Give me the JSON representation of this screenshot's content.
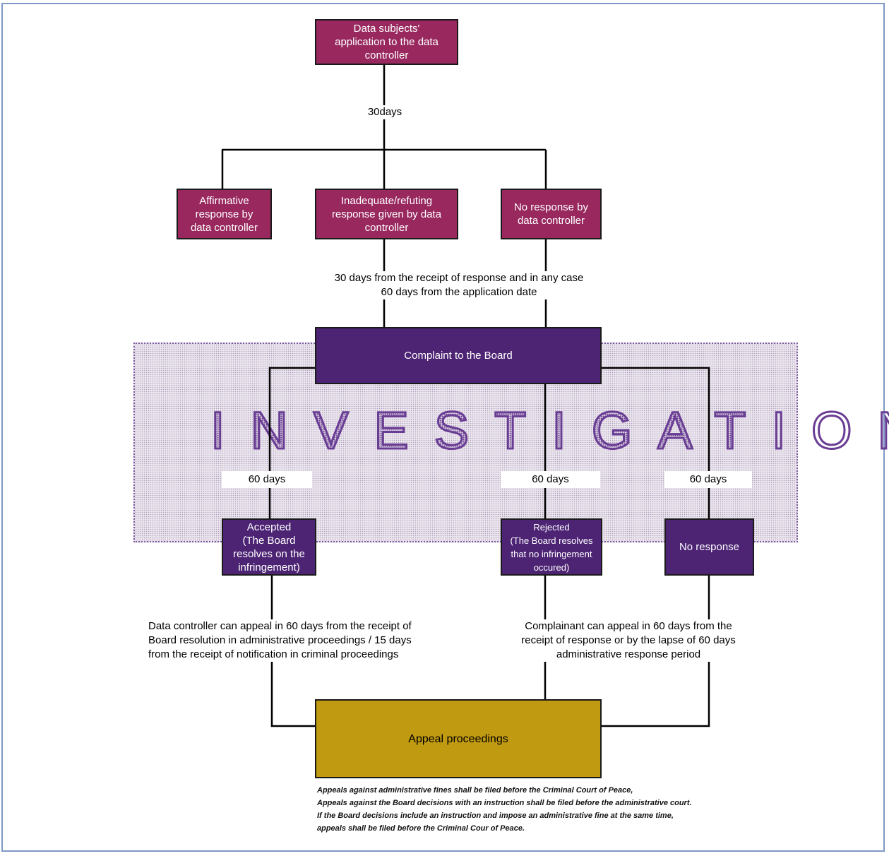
{
  "boxes": {
    "application": "Data subjects'\napplication to the data\ncontroller",
    "affirmative": "Affirmative\nresponse by\ndata controller",
    "inadequate": "Inadequate/refuting\nresponse given by data\ncontroller",
    "no_response_controller": "No response by\ndata controller",
    "complaint": "Complaint to the Board",
    "accepted": "Accepted\n(The Board\nresolves on the\ninfringement)",
    "rejected": "Rejected\n(The Board resolves\nthat no infringement\noccured)",
    "no_response_board": "No response",
    "appeal": "Appeal proceedings"
  },
  "labels": {
    "days30": "30days",
    "complaint_deadline": "30 days from the receipt of response and in any case\n60 days from the application date",
    "controller_appeal": "Data controller can appeal in 60 days from the receipt of\nBoard resolution in administrative proceedings / 15 days\nfrom the receipt of notification in criminal proceedings",
    "complainant_appeal": "Complainant can appeal in 60 days from the\nreceipt of response or by the lapse of 60 days\nadministrative response period"
  },
  "investigation": "INVESTIGATION",
  "day_pills": [
    "60 days",
    "60 days",
    "60 days"
  ],
  "footnote": "Appeals against administrative fines shall be filed before the Criminal Court of Peace,\nAppeals against the Board decisions with an instruction shall be filed before the administrative court.\nIf the Board decisions include an instruction and impose an administrative fine at the same time,\nappeals shall be filed before the Criminal Cour of Peace.",
  "colors": {
    "maroon": "#98285e",
    "purple": "#4d2474",
    "gold": "#c09a10",
    "frame": "#7f98c6"
  }
}
